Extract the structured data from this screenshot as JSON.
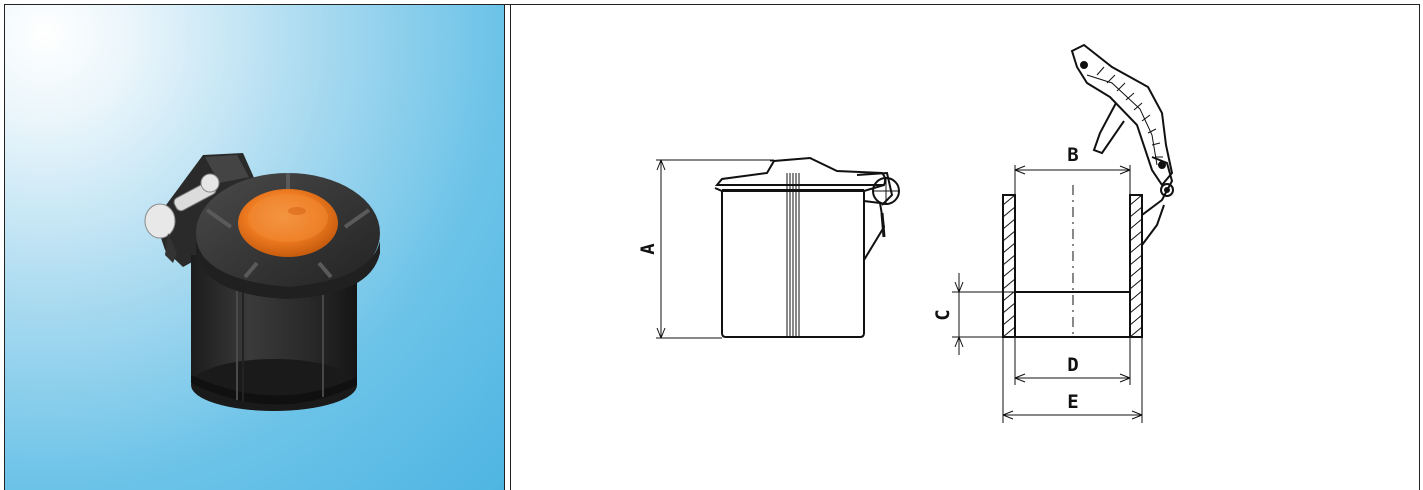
{
  "product_photo": {
    "colors": {
      "background_light": "#ffffff",
      "background_dark": "#4eb5e2",
      "body": "#2b2b2b",
      "cap": "#f07c22"
    }
  },
  "technical_drawing": {
    "dimensions": {
      "A": "A",
      "B": "B",
      "C": "C",
      "D": "D",
      "E": "E"
    }
  }
}
